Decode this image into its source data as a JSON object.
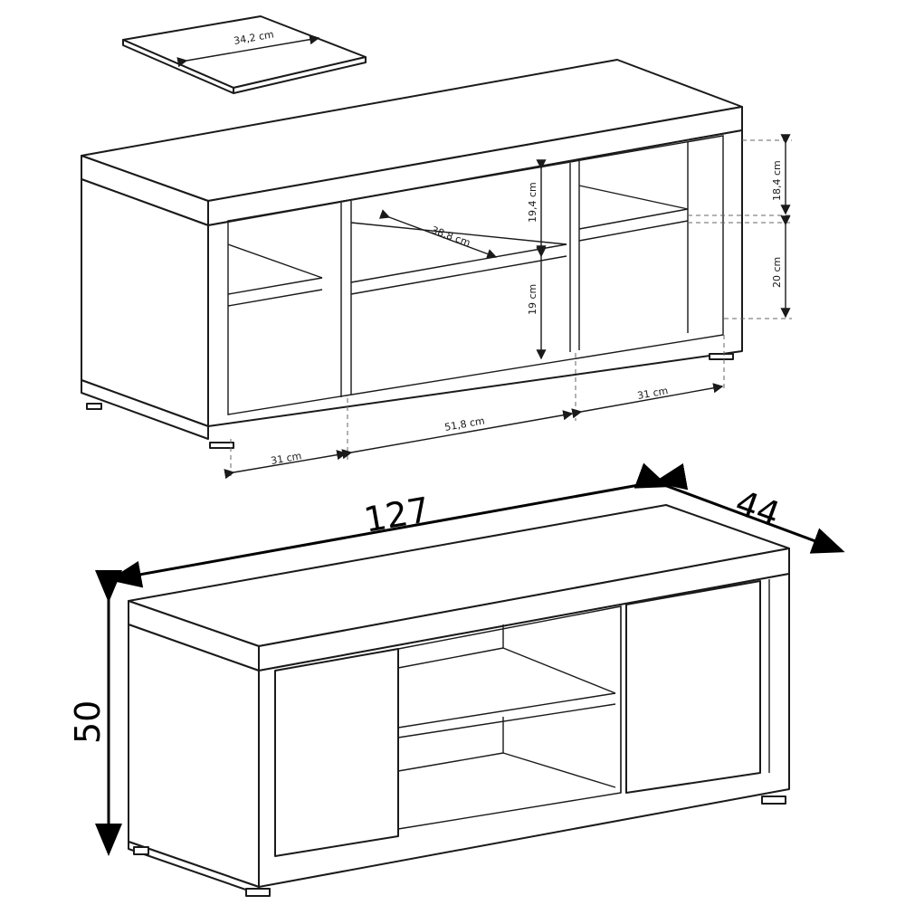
{
  "small_dims": {
    "shelf_panel_width": "34,2 cm",
    "shelf_depth": "38,8 cm",
    "upper_center_height": "19,4 cm",
    "lower_center_height": "19 cm",
    "right_upper_height": "18,4 cm",
    "right_lower_height": "20 cm",
    "left_width": "31 cm",
    "center_width": "51,8 cm",
    "right_width": "31 cm"
  },
  "main_dims": {
    "width": "127",
    "depth": "44",
    "height": "50"
  },
  "colors": {
    "line": "#1a1a1a",
    "dimension_line": "#666666",
    "background": "#ffffff"
  }
}
